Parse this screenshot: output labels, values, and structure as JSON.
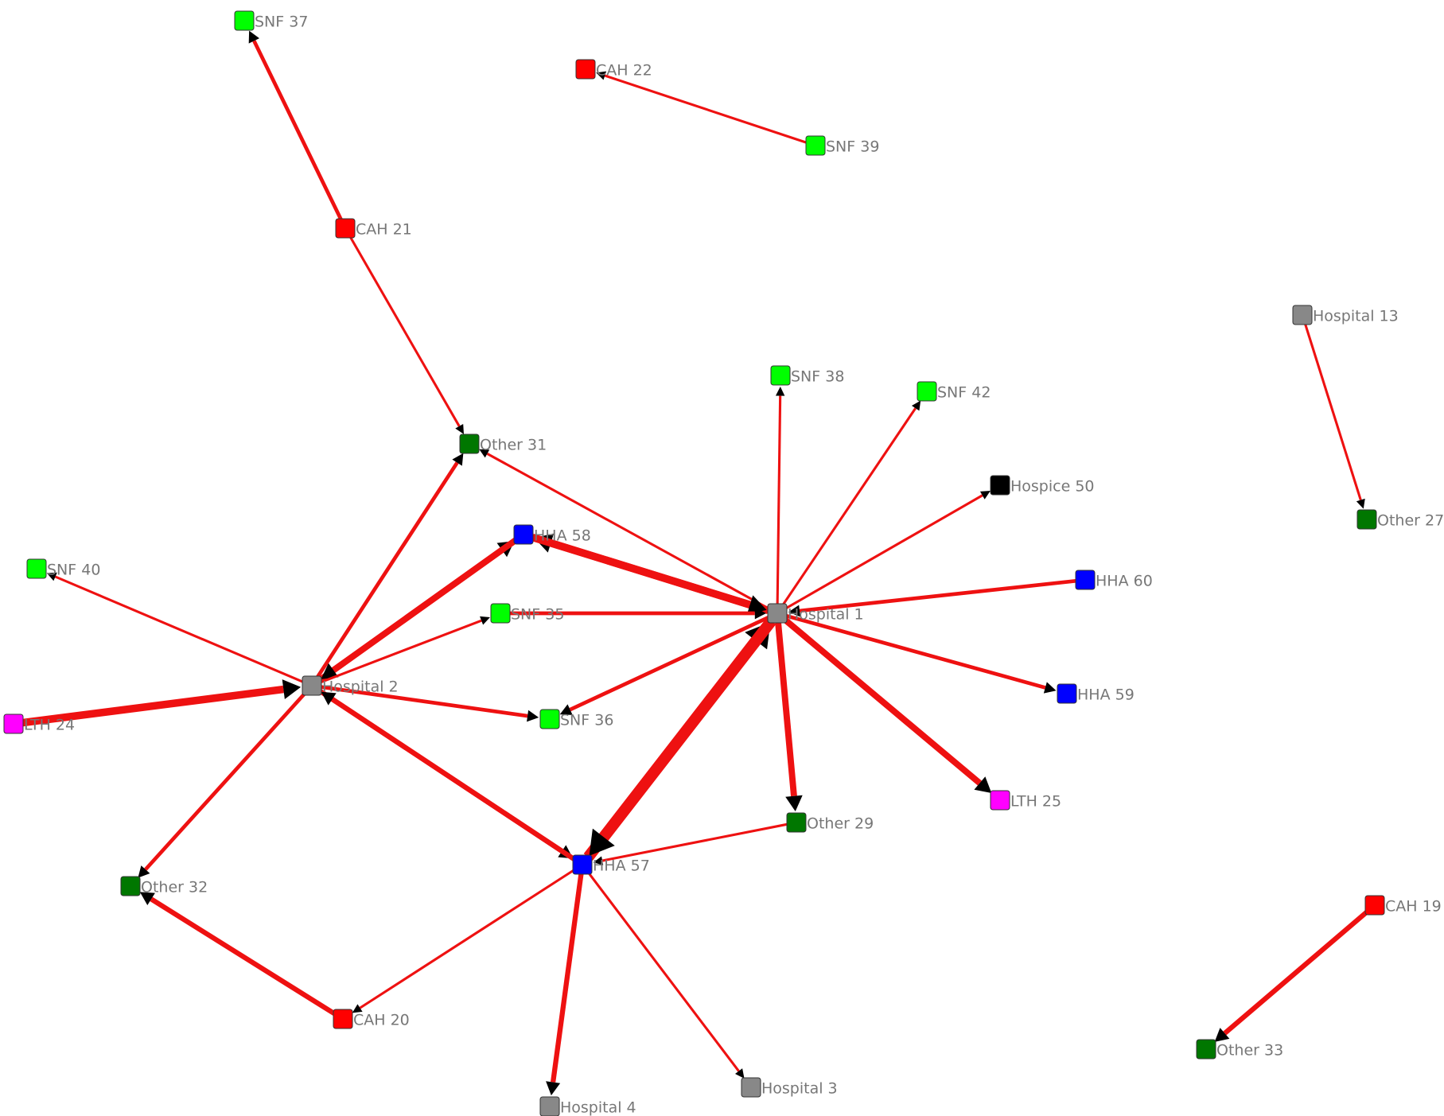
{
  "colors": {
    "edge": "#ee1111",
    "arrow": "#000000",
    "hospital": "#888888",
    "cah": "#ff0000",
    "snf": "#00ff00",
    "other": "#007700",
    "hha": "#0000ff",
    "lth": "#ff00ff",
    "hospice": "#000000"
  },
  "nodes": [
    {
      "id": "snf37",
      "label": "SNF 37",
      "type": "snf"
    },
    {
      "id": "cah22",
      "label": "CAH 22",
      "type": "cah"
    },
    {
      "id": "snf39",
      "label": "SNF 39",
      "type": "snf"
    },
    {
      "id": "cah21",
      "label": "CAH 21",
      "type": "cah"
    },
    {
      "id": "hosp13",
      "label": "Hospital 13",
      "type": "hospital"
    },
    {
      "id": "snf38",
      "label": "SNF 38",
      "type": "snf"
    },
    {
      "id": "snf42",
      "label": "SNF 42",
      "type": "snf"
    },
    {
      "id": "oth31",
      "label": "Other 31",
      "type": "other"
    },
    {
      "id": "hosp50",
      "label": "Hospice 50",
      "type": "hospice"
    },
    {
      "id": "oth27",
      "label": "Other 27",
      "type": "other"
    },
    {
      "id": "hha58",
      "label": "HHA 58",
      "type": "hha"
    },
    {
      "id": "snf40",
      "label": "SNF 40",
      "type": "snf"
    },
    {
      "id": "hha60",
      "label": "HHA 60",
      "type": "hha"
    },
    {
      "id": "snf35",
      "label": "SNF 35",
      "type": "snf"
    },
    {
      "id": "h1",
      "label": "Hospital 1",
      "type": "hospital"
    },
    {
      "id": "h2",
      "label": "Hospital 2",
      "type": "hospital"
    },
    {
      "id": "hha59",
      "label": "HHA 59",
      "type": "hha"
    },
    {
      "id": "snf36",
      "label": "SNF 36",
      "type": "snf"
    },
    {
      "id": "lth24",
      "label": "LTH 24",
      "type": "lth"
    },
    {
      "id": "lth25",
      "label": "LTH 25",
      "type": "lth"
    },
    {
      "id": "oth29",
      "label": "Other 29",
      "type": "other"
    },
    {
      "id": "hha57",
      "label": "HHA 57",
      "type": "hha"
    },
    {
      "id": "oth32",
      "label": "Other 32",
      "type": "other"
    },
    {
      "id": "cah19",
      "label": "CAH 19",
      "type": "cah"
    },
    {
      "id": "cah20",
      "label": "CAH 20",
      "type": "cah"
    },
    {
      "id": "oth33",
      "label": "Other 33",
      "type": "other"
    },
    {
      "id": "h3",
      "label": "Hospital 3",
      "type": "hospital"
    },
    {
      "id": "h4",
      "label": "Hospital 4",
      "type": "hospital"
    }
  ],
  "edges": [
    {
      "from": "cah21",
      "to": "snf37",
      "weight": 2
    },
    {
      "from": "snf39",
      "to": "cah22",
      "weight": 1
    },
    {
      "from": "cah21",
      "to": "oth31",
      "weight": 1
    },
    {
      "from": "hosp13",
      "to": "oth27",
      "weight": 1
    },
    {
      "from": "h1",
      "to": "snf38",
      "weight": 1
    },
    {
      "from": "h1",
      "to": "snf42",
      "weight": 1
    },
    {
      "from": "h1",
      "to": "oth31",
      "weight": 1
    },
    {
      "from": "h1",
      "to": "hosp50",
      "weight": 1
    },
    {
      "from": "hha60",
      "to": "h1",
      "weight": 2
    },
    {
      "from": "h1",
      "to": "hha59",
      "weight": 2
    },
    {
      "from": "h1",
      "to": "lth25",
      "weight": 4
    },
    {
      "from": "h1",
      "to": "oth29",
      "weight": 4
    },
    {
      "from": "h1",
      "to": "hha58",
      "weight": 5
    },
    {
      "from": "hha58",
      "to": "h1",
      "weight": 5
    },
    {
      "from": "snf35",
      "to": "h1",
      "weight": 2
    },
    {
      "from": "h1",
      "to": "snf36",
      "weight": 2
    },
    {
      "from": "hha57",
      "to": "h1",
      "weight": 8
    },
    {
      "from": "h1",
      "to": "hha57",
      "weight": 8
    },
    {
      "from": "h2",
      "to": "snf40",
      "weight": 1
    },
    {
      "from": "lth24",
      "to": "h2",
      "weight": 5
    },
    {
      "from": "h2",
      "to": "oth31",
      "weight": 2
    },
    {
      "from": "h2",
      "to": "hha58",
      "weight": 4
    },
    {
      "from": "hha58",
      "to": "h2",
      "weight": 4
    },
    {
      "from": "h2",
      "to": "snf35",
      "weight": 1
    },
    {
      "from": "h2",
      "to": "snf36",
      "weight": 2
    },
    {
      "from": "h2",
      "to": "oth32",
      "weight": 2
    },
    {
      "from": "h2",
      "to": "hha57",
      "weight": 3
    },
    {
      "from": "hha57",
      "to": "h2",
      "weight": 3
    },
    {
      "from": "oth29",
      "to": "hha57",
      "weight": 1
    },
    {
      "from": "hha57",
      "to": "cah20",
      "weight": 1
    },
    {
      "from": "hha57",
      "to": "h4",
      "weight": 3
    },
    {
      "from": "hha57",
      "to": "h3",
      "weight": 1
    },
    {
      "from": "cah20",
      "to": "oth32",
      "weight": 3
    },
    {
      "from": "cah19",
      "to": "oth33",
      "weight": 3
    }
  ]
}
